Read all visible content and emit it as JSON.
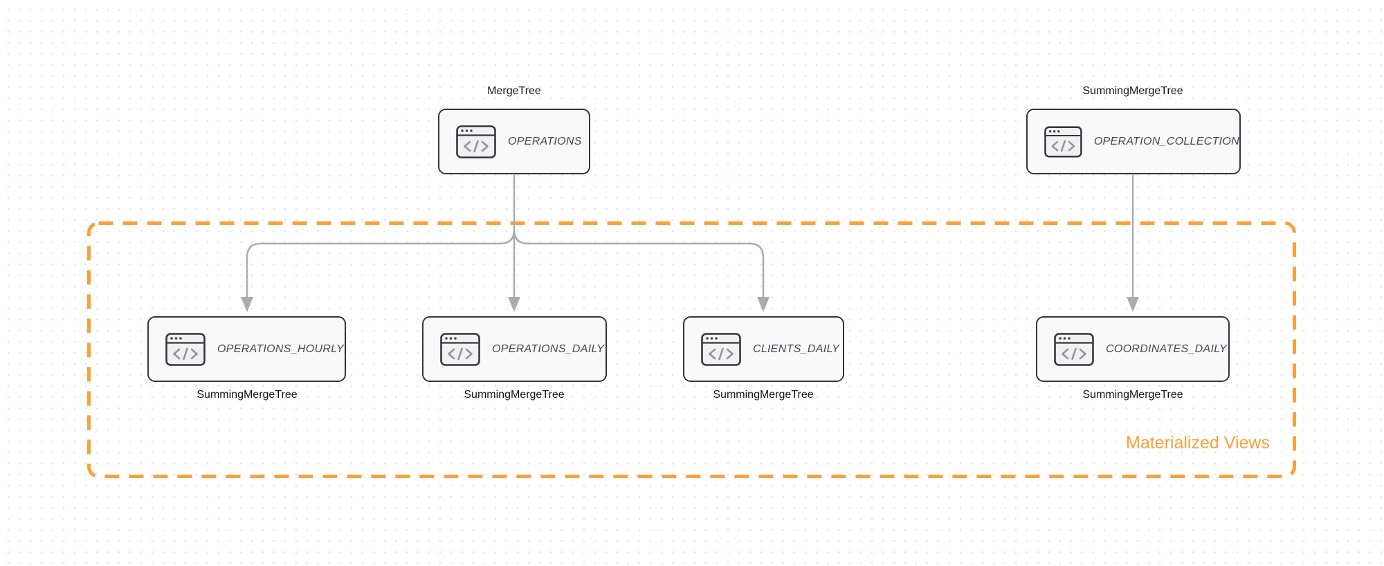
{
  "diagram": {
    "group_label": "Materialized Views",
    "nodes": [
      {
        "id": "operations",
        "title": "OPERATIONS",
        "engine": "MergeTree",
        "engine_position": "above"
      },
      {
        "id": "operation_collection",
        "title": "OPERATION_COLLECTION",
        "engine": "SummingMergeTree",
        "engine_position": "above"
      },
      {
        "id": "operations_hourly",
        "title": "OPERATIONS_HOURLY",
        "engine": "SummingMergeTree",
        "engine_position": "below"
      },
      {
        "id": "operations_daily",
        "title": "OPERATIONS_DAILY",
        "engine": "SummingMergeTree",
        "engine_position": "below"
      },
      {
        "id": "clients_daily",
        "title": "CLIENTS_DAILY",
        "engine": "SummingMergeTree",
        "engine_position": "below"
      },
      {
        "id": "coordinates_daily",
        "title": "COORDINATES_DAILY",
        "engine": "SummingMergeTree",
        "engine_position": "below"
      }
    ],
    "edges": [
      {
        "from": "operations",
        "to": "operations_hourly"
      },
      {
        "from": "operations",
        "to": "operations_daily"
      },
      {
        "from": "operations",
        "to": "clients_daily"
      },
      {
        "from": "operation_collection",
        "to": "coordinates_daily"
      }
    ],
    "icons": {
      "node_icon": "window-code-icon"
    },
    "colors": {
      "accent_orange": "#f9a13c",
      "arrow_gray": "#aaacae",
      "node_border": "#33373a",
      "node_fill": "#f8f9f8",
      "node_title_text": "#44484b",
      "label_text": "#131416",
      "grid_dot": "#e5e6e8"
    }
  }
}
